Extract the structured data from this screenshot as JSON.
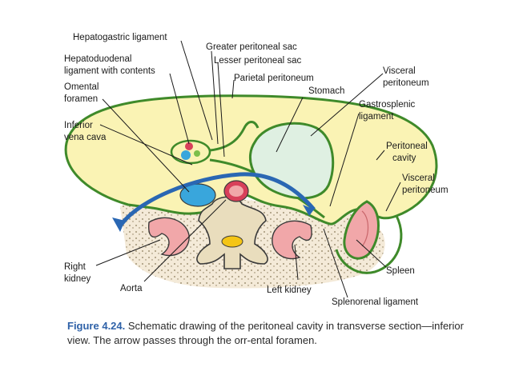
{
  "diagram": {
    "labels": {
      "hepatogastric": "Hepatogastric ligament",
      "hepatoduodenal_1": "Hepatoduodenal",
      "hepatoduodenal_2": "ligament with contents",
      "omental_1": "Omental",
      "omental_2": "foramen",
      "ivc_1": "Inferior",
      "ivc_2": "vena cava",
      "greater_sac": "Greater peritoneal sac",
      "lesser_sac": "Lesser peritoneal sac",
      "parietal": "Parietal peritoneum",
      "stomach": "Stomach",
      "visceral_top_1": "Visceral",
      "visceral_top_2": "peritoneum",
      "gastrosplenic_1": "Gastrosplenic",
      "gastrosplenic_2": "ligament",
      "cavity_1": "Peritoneal",
      "cavity_2": "cavity",
      "visceral_right_1": "Visceral",
      "visceral_right_2": "peritoneum",
      "right_kidney_1": "Right",
      "right_kidney_2": "kidney",
      "aorta": "Aorta",
      "left_kidney": "Left kidney",
      "spleen": "Spleen",
      "splenorenal": "Splenorenal ligament"
    },
    "colors": {
      "cavity_fill": "#faf3b4",
      "outline": "#3f8a2a",
      "stomach_fill": "#dff0e2",
      "kidney_fill": "#f1a7a9",
      "ivc_fill": "#39a6dc",
      "aorta_fill": "#d8405a",
      "arrow": "#2a67b3",
      "vertebra": "#e9ddbd",
      "retro_bg": "#f4ead8",
      "nucleus": "#f4c516",
      "caption_accent": "#2f62a8"
    }
  },
  "caption": {
    "figure": "Figure 4.24.",
    "text": "Schematic drawing of the peritoneal cavity in transverse section—inferior view. The arrow passes through the orr-ental foramen."
  }
}
